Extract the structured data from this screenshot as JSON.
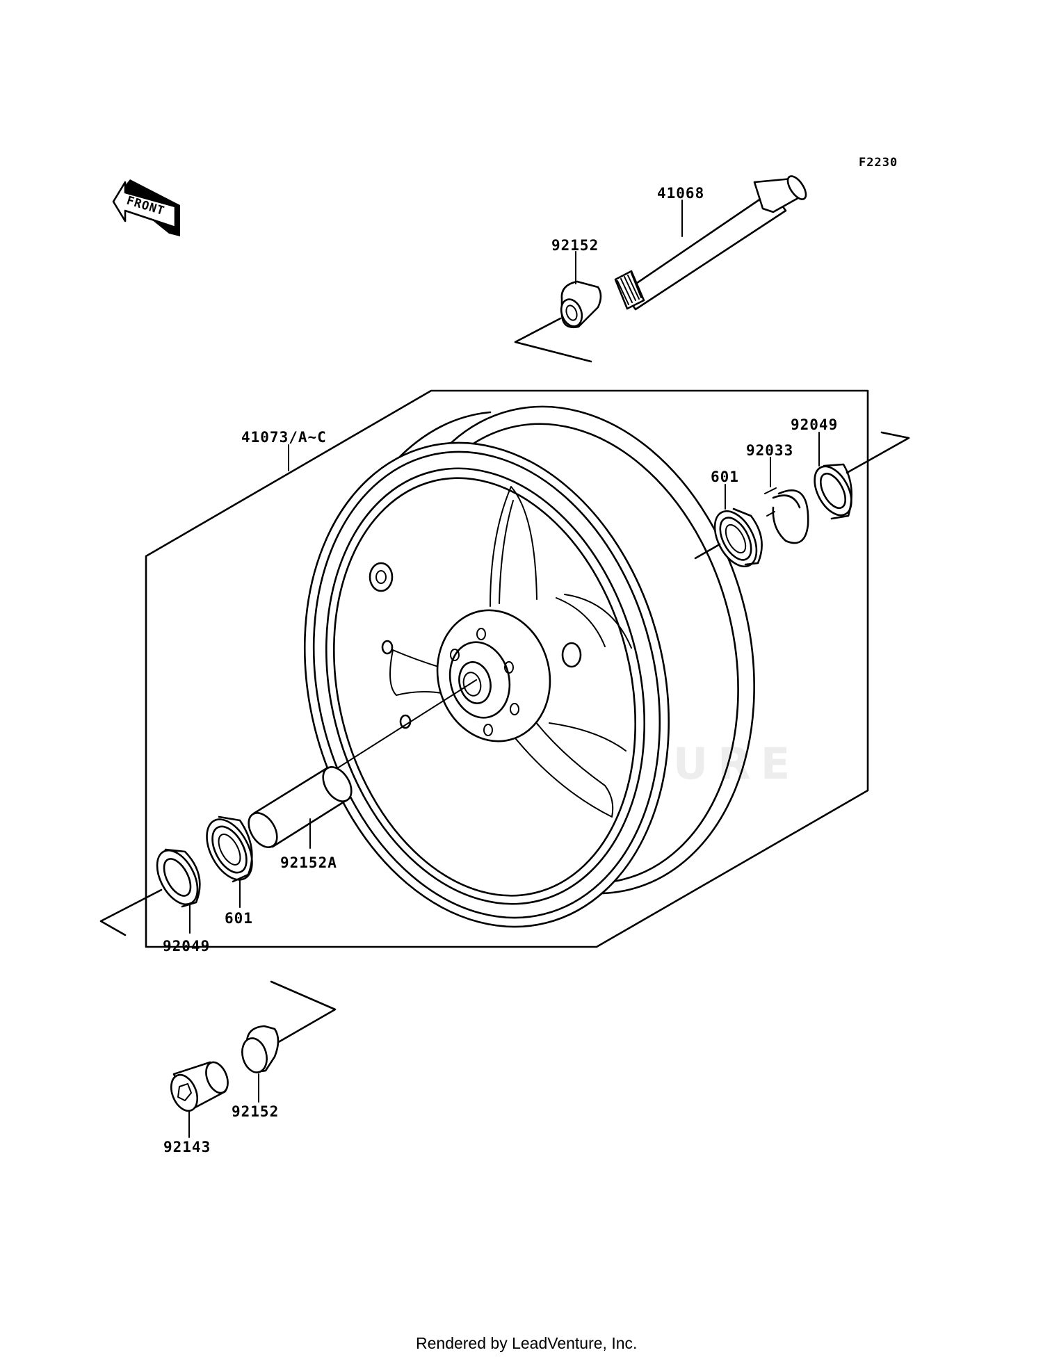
{
  "diagram_code": "F2230",
  "front_label": "FRONT",
  "watermark": "LEADVENTURE",
  "footer": "Rendered by LeadVenture, Inc.",
  "parts": {
    "axle": "41068",
    "collar_top": "92152",
    "wheel": "41073/A~C",
    "oil_seal_right": "92049",
    "circlip": "92033",
    "bearing_right": "601",
    "spacer": "92152A",
    "bearing_left": "601",
    "oil_seal_left": "92049",
    "collar_bottom": "92152",
    "axle_nut": "92143"
  }
}
